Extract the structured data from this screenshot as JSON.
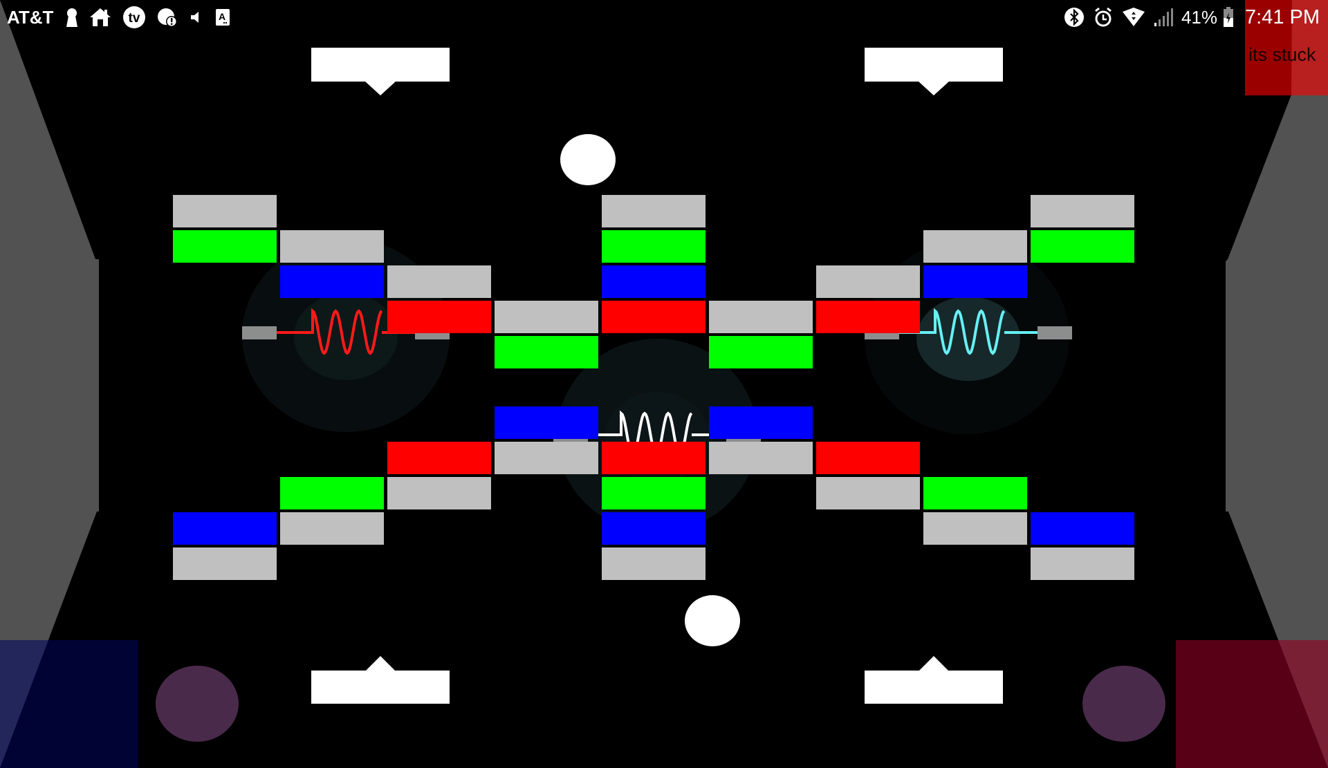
{
  "status_bar": {
    "carrier": "AT&T",
    "left_icons": [
      "keyhole-icon",
      "home-icon",
      "tv-icon",
      "data-alert-icon",
      "volume-icon",
      "accessibility-a-icon"
    ],
    "right_icons": [
      "bluetooth-icon",
      "alarm-icon",
      "wifi-icon",
      "signal-icon",
      "battery-icon"
    ],
    "battery_percent": "41%",
    "time": "7:41 PM"
  },
  "overlay_message": {
    "text": "its stuck",
    "color": "#9b0000"
  },
  "colors": {
    "background": "#000000",
    "wall": "#525252",
    "brick_grey": "#c0c0c0",
    "brick_green": "#00ff00",
    "brick_blue": "#0000ff",
    "brick_red": "#ff0000",
    "paddle": "#ffffff",
    "ball": "#ffffff",
    "anchor": "#8c8e8d",
    "glow_outer": "#080e0f",
    "glow_inner": "#0d1819",
    "glow_inner_cyan": "#16282a",
    "joystick": "#4a2a4a",
    "player_blue_zone": "#000333",
    "player_red_zone": "#570016"
  },
  "bricks": {
    "upper_rows": [
      [
        "grey",
        null,
        null,
        null,
        "grey",
        null,
        null,
        null,
        "grey"
      ],
      [
        "green",
        "grey",
        null,
        null,
        "green",
        null,
        null,
        "grey",
        "green"
      ],
      [
        null,
        "blue",
        "grey",
        null,
        "blue",
        null,
        "grey",
        "blue",
        null
      ],
      [
        null,
        null,
        "red",
        "grey",
        "red",
        "grey",
        "red",
        null,
        null
      ],
      [
        null,
        null,
        null,
        "green",
        null,
        "green",
        null,
        null,
        null
      ]
    ],
    "lower_rows": [
      [
        null,
        null,
        null,
        "blue",
        null,
        "blue",
        null,
        null,
        null
      ],
      [
        null,
        null,
        "red",
        "grey",
        "red",
        "grey",
        "red",
        null,
        null
      ],
      [
        null,
        "green",
        "grey",
        null,
        "green",
        null,
        "grey",
        "green",
        null
      ],
      [
        "blue",
        "grey",
        null,
        null,
        "blue",
        null,
        null,
        "grey",
        "blue"
      ],
      [
        "grey",
        null,
        null,
        null,
        "grey",
        null,
        null,
        null,
        "grey"
      ]
    ]
  },
  "springs": [
    {
      "name": "left-spring",
      "color": "#ff1a1a"
    },
    {
      "name": "right-spring",
      "color": "#66f0f5"
    },
    {
      "name": "center-spring",
      "color": "#ffffff"
    }
  ],
  "paddles": [
    {
      "name": "paddle-top-left",
      "facing": "down"
    },
    {
      "name": "paddle-top-right",
      "facing": "down"
    },
    {
      "name": "paddle-bottom-left",
      "facing": "up"
    },
    {
      "name": "paddle-bottom-right",
      "facing": "up"
    }
  ],
  "balls": [
    {
      "name": "ball-top"
    },
    {
      "name": "ball-bottom"
    }
  ],
  "controls": {
    "left_zone": "blue-player-zone",
    "right_zone": "red-player-zone"
  }
}
